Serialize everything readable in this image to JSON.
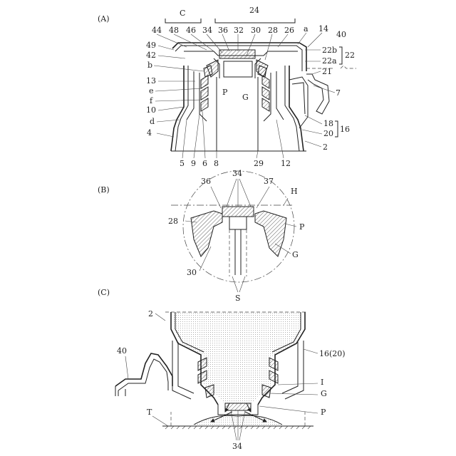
{
  "panels": {
    "a": {
      "tag": "(A)",
      "labels": {
        "C": "C",
        "n24": "24",
        "n44": "44",
        "n48": "48",
        "n46": "46",
        "n34": "34",
        "n36": "36",
        "n32": "32",
        "n30": "30",
        "n28": "28",
        "n26": "26",
        "a": "a",
        "n14": "14",
        "n40": "40",
        "n49": "49",
        "n42": "42",
        "b": "b",
        "n22b": "22b",
        "n22a": "22a",
        "n22": "22",
        "n21": "21",
        "n13": "13",
        "e": "e",
        "f": "f",
        "n10": "10",
        "d": "d",
        "n4": "4",
        "P": "P",
        "G": "G",
        "n7": "7",
        "n18": "18",
        "n20": "20",
        "n16": "16",
        "n2": "2",
        "n5": "5",
        "n9": "9",
        "n6": "6",
        "n8": "8",
        "n29": "29",
        "n12": "12"
      }
    },
    "b": {
      "tag": "(B)",
      "labels": {
        "n34": "34",
        "n36": "36",
        "n37": "37",
        "H": "H",
        "n28": "28",
        "P": "P",
        "G": "G",
        "n30": "30",
        "S": "S"
      }
    },
    "c": {
      "tag": "(C)",
      "labels": {
        "n2": "2",
        "n40": "40",
        "n16_20": "16(20)",
        "I": "I",
        "G": "G",
        "P": "P",
        "T": "T",
        "n34": "34"
      }
    }
  }
}
